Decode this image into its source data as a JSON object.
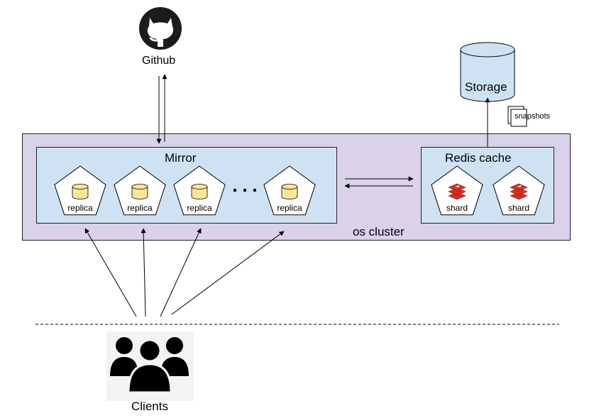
{
  "github": {
    "label": "Github",
    "icon": "github-octocat-icon"
  },
  "storage": {
    "label": "Storage",
    "icon": "database-cylinder-icon"
  },
  "snapshots": {
    "label": "snapshots"
  },
  "cluster": {
    "label": "os cluster",
    "fill": "#d9d2e9"
  },
  "mirror": {
    "title": "Mirror",
    "fill": "#cfe2f3",
    "replicas": [
      {
        "label": "replica"
      },
      {
        "label": "replica"
      },
      {
        "label": "replica"
      },
      {
        "label": "replica"
      }
    ],
    "ellipsis": "· · ·"
  },
  "redis": {
    "title": "Redis cache",
    "shards": [
      {
        "label": "shard",
        "icon": "redis-logo-icon"
      },
      {
        "label": "shard",
        "icon": "redis-logo-icon"
      }
    ]
  },
  "clients": {
    "label": "Clients",
    "icon": "users-group-icon"
  },
  "colors": {
    "replica_db": "#ffe599",
    "redis_red": "#d82c20",
    "node_fill": "#ffffff"
  }
}
